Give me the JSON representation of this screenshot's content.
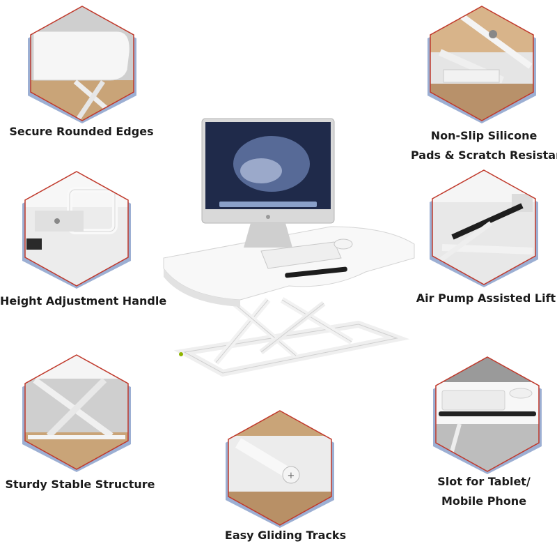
{
  "features": [
    {
      "id": "rounded-edges",
      "lines": [
        "Secure Rounded Edges"
      ]
    },
    {
      "id": "silicone-pads",
      "lines": [
        "Non-Slip Silicone",
        "Pads & Scratch Resistant"
      ]
    },
    {
      "id": "height-handle",
      "lines": [
        "Height Adjustment Handle"
      ]
    },
    {
      "id": "air-pump",
      "lines": [
        "Air Pump Assisted Lift"
      ]
    },
    {
      "id": "sturdy-structure",
      "lines": [
        "Sturdy Stable Structure"
      ]
    },
    {
      "id": "tablet-slot",
      "lines": [
        "Slot for Tablet/",
        "Mobile Phone"
      ]
    },
    {
      "id": "gliding-tracks",
      "lines": [
        "Easy Gliding Tracks"
      ]
    }
  ],
  "colors": {
    "accent_red": "#c0392b",
    "accent_blue": "#3a5fa8",
    "wood": "#c9a478",
    "white_frame": "#f2f2f2",
    "shadow": "#9a9a9a"
  }
}
